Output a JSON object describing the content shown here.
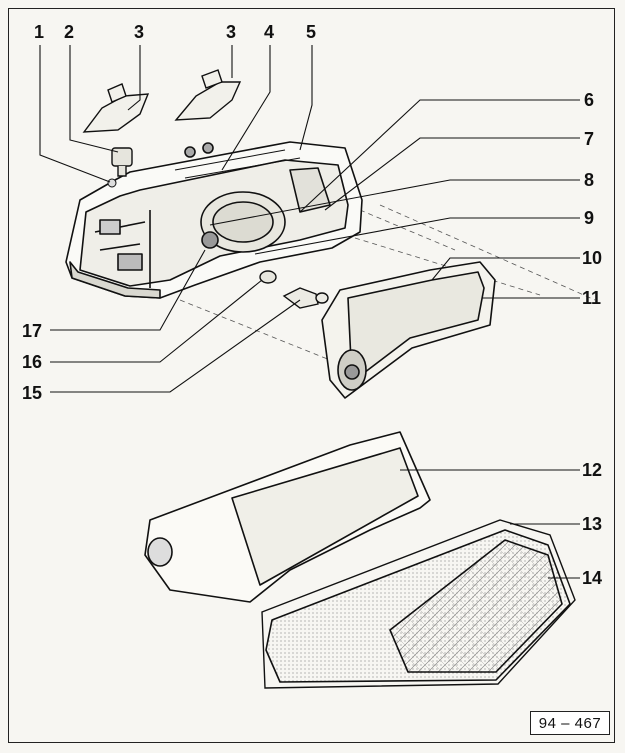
{
  "figure": {
    "reference": "94 – 467",
    "callouts": [
      {
        "id": "c1",
        "label": "1"
      },
      {
        "id": "c2",
        "label": "2"
      },
      {
        "id": "c3a",
        "label": "3"
      },
      {
        "id": "c3b",
        "label": "3"
      },
      {
        "id": "c4",
        "label": "4"
      },
      {
        "id": "c5",
        "label": "5"
      },
      {
        "id": "c6",
        "label": "6"
      },
      {
        "id": "c7",
        "label": "7"
      },
      {
        "id": "c8",
        "label": "8"
      },
      {
        "id": "c9",
        "label": "9"
      },
      {
        "id": "c10",
        "label": "10"
      },
      {
        "id": "c11",
        "label": "11"
      },
      {
        "id": "c12",
        "label": "12"
      },
      {
        "id": "c13",
        "label": "13"
      },
      {
        "id": "c14",
        "label": "14"
      },
      {
        "id": "c15",
        "label": "15"
      },
      {
        "id": "c16",
        "label": "16"
      },
      {
        "id": "c17",
        "label": "17"
      }
    ]
  }
}
